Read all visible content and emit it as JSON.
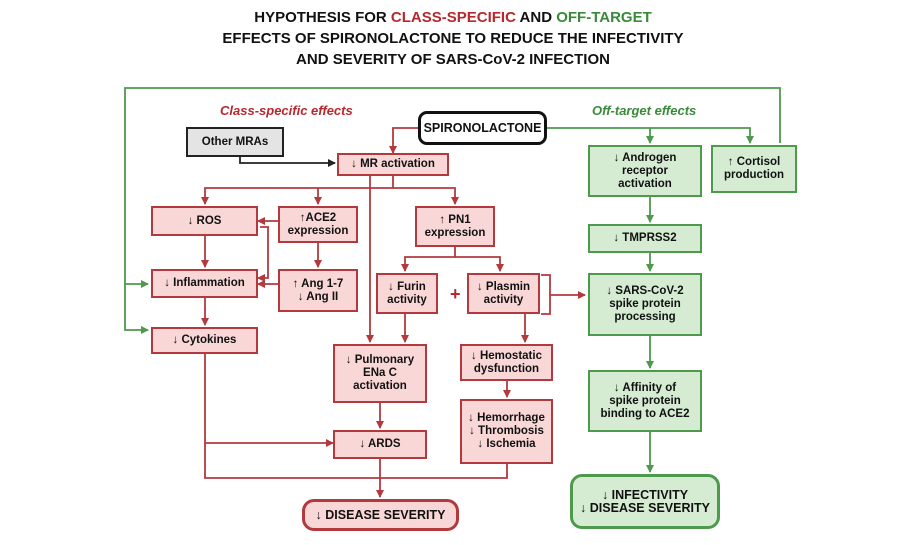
{
  "title": {
    "line1_prefix": "HYPOTHESIS FOR ",
    "line1_class": "CLASS-SPECIFIC",
    "line1_mid": " AND ",
    "line1_off": "OFF-TARGET",
    "line2": "EFFECTS OF SPIRONOLACTONE TO REDUCE THE INFECTIVITY",
    "line3": "AND SEVERITY OF SARS-CoV-2 INFECTION"
  },
  "sections": {
    "class_specific": "Class-specific effects",
    "off_target": "Off-target effects"
  },
  "nodes": {
    "other_mras": "Other MRAs",
    "spironolactone": "SPIRONOLACTONE",
    "mr_activation": "↓ MR activation",
    "ros": "↓ ROS",
    "ace2_expression": "↑ACE2\nexpression",
    "pn1_expression": "↑ PN1\nexpression",
    "inflammation": "↓ Inflammation",
    "ang": "↑ Ang 1-7\n↓ Ang II",
    "cytokines": "↓ Cytokines",
    "furin": "↓ Furin\nactivity",
    "plasmin": "↓ Plasmin\nactivity",
    "pulmonary_enac": "↓ Pulmonary\nENa C\nactivation",
    "hemostatic": "↓ Hemostatic\ndysfunction",
    "ards": "↓ ARDS",
    "hemorrhage": "↓ Hemorrhage\n↓ Thrombosis\n↓ Ischemia",
    "disease_severity": "↓ DISEASE SEVERITY",
    "androgen": "↓ Androgen\nreceptor\nactivation",
    "cortisol": "↑ Cortisol\nproduction",
    "tmprss2": "↓ TMPRSS2",
    "sars_spike": "↓ SARS-CoV-2\nspike protein\nprocessing",
    "affinity": "↓ Affinity of\nspike protein\nbinding to ACE2",
    "infectivity": "↓ INFECTIVITY\n↓ DISEASE SEVERITY",
    "plus_sign": "+"
  },
  "colors": {
    "class_specific": "#b23a3e",
    "off_target": "#4d9a4d",
    "neutral": "#222222"
  }
}
